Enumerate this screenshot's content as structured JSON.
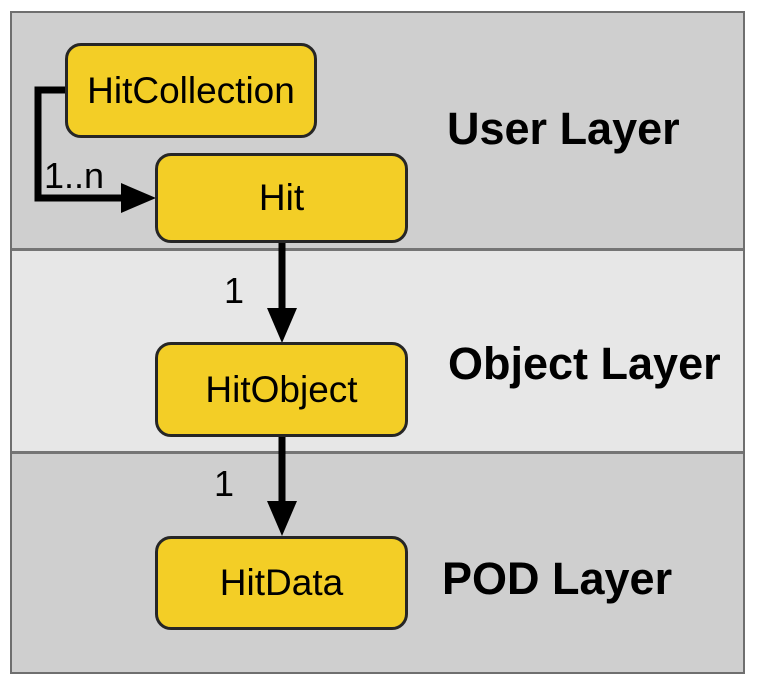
{
  "diagram": {
    "type": "layered-class-diagram",
    "layers": [
      {
        "label": "User Layer",
        "shade": "dark"
      },
      {
        "label": "Object Layer",
        "shade": "light"
      },
      {
        "label": "POD Layer",
        "shade": "dark"
      }
    ],
    "nodes": [
      {
        "label": "HitCollection",
        "layer": "User Layer"
      },
      {
        "label": "Hit",
        "layer": "User Layer"
      },
      {
        "label": "HitObject",
        "layer": "Object Layer"
      },
      {
        "label": "HitData",
        "layer": "POD Layer"
      }
    ],
    "edges": [
      {
        "from": "HitCollection",
        "to": "Hit",
        "multiplicity": "1..n"
      },
      {
        "from": "Hit",
        "to": "HitObject",
        "multiplicity": "1"
      },
      {
        "from": "HitObject",
        "to": "HitData",
        "multiplicity": "1"
      }
    ],
    "colors": {
      "node_fill": "#f3ce26",
      "node_border": "#262626",
      "band_dark": "#cfcfcf",
      "band_light": "#e7e7e7",
      "frame_border": "#6f6f6f",
      "arrow": "#000000",
      "text": "#000000"
    }
  }
}
